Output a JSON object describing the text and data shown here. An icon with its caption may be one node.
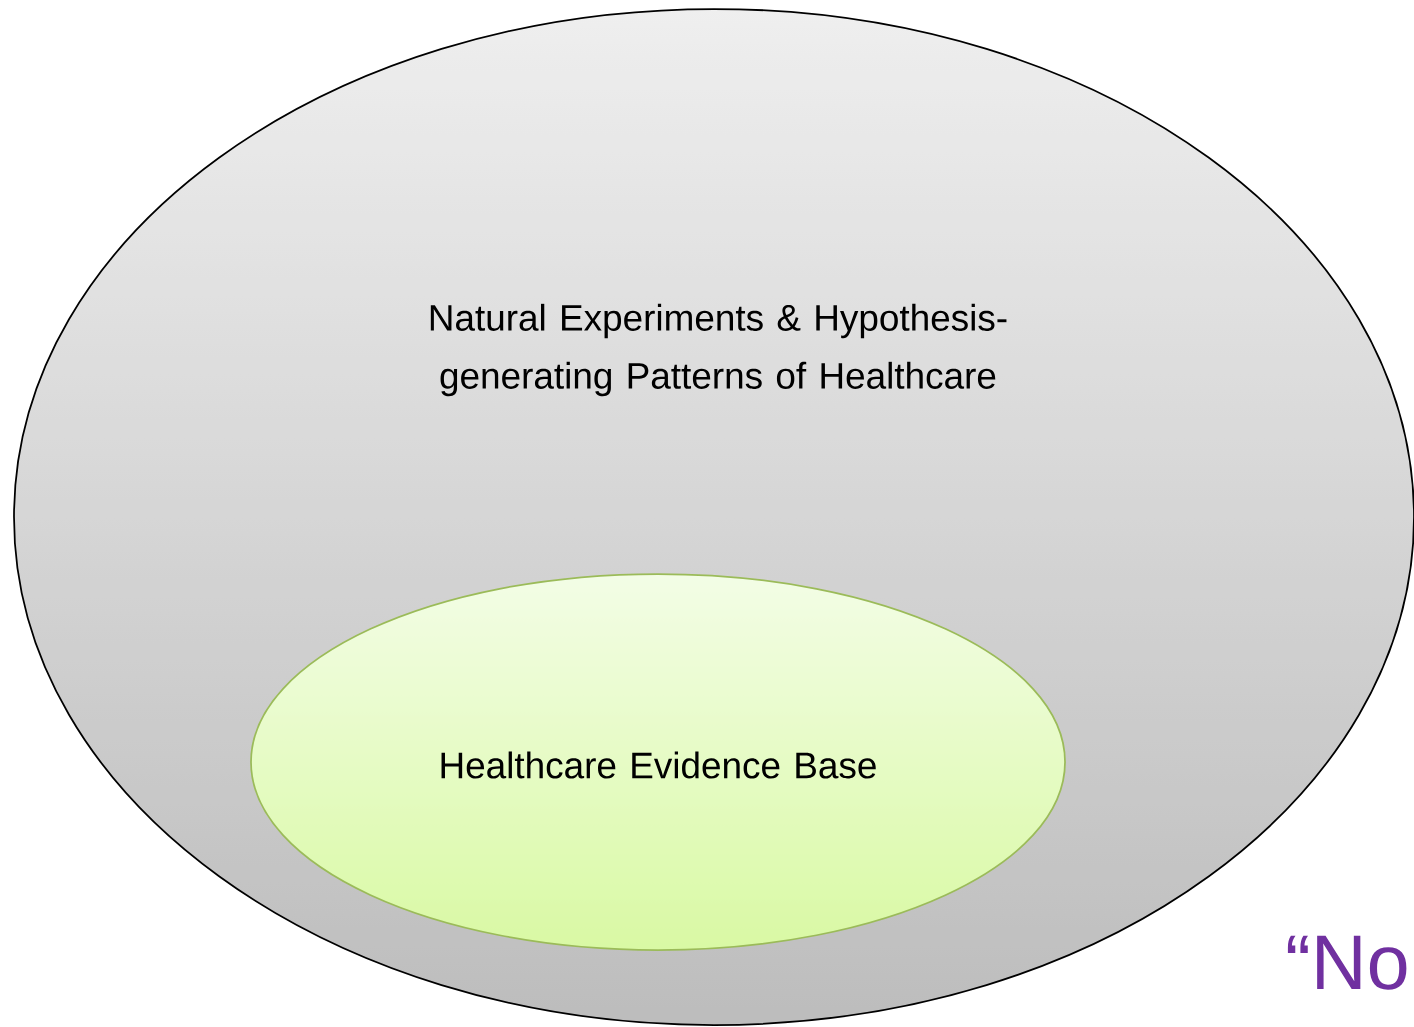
{
  "diagram": {
    "nodes": [
      {
        "text": [
          "Natural Experiments & Hypothesis-generating Patterns of Healthcare"
        ]
      },
      {
        "text": [
          "Healthcare Evidence Base"
        ],
        "in": 0
      }
    ],
    "labels": [
      "“No"
    ]
  }
}
